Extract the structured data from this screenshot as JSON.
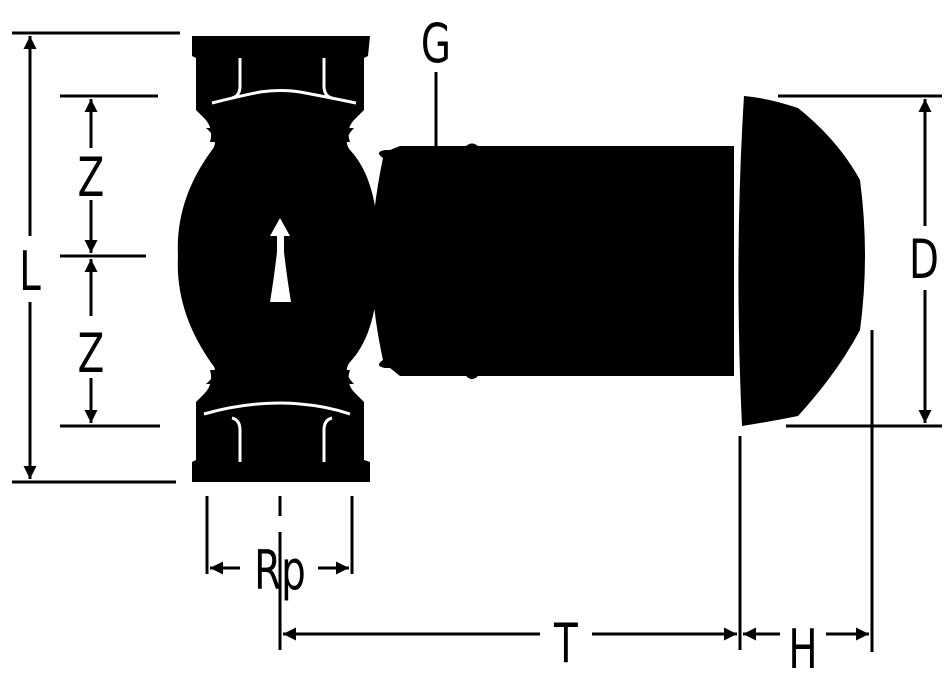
{
  "colors": {
    "part": "#000000",
    "detail": "#ffffff",
    "line": "#000000",
    "background": "#ffffff"
  },
  "labels": {
    "G": "G",
    "L": "L",
    "Z_top": "Z",
    "Z_bottom": "Z",
    "D": "D",
    "Rp": "Rp",
    "T": "T",
    "H": "H"
  }
}
